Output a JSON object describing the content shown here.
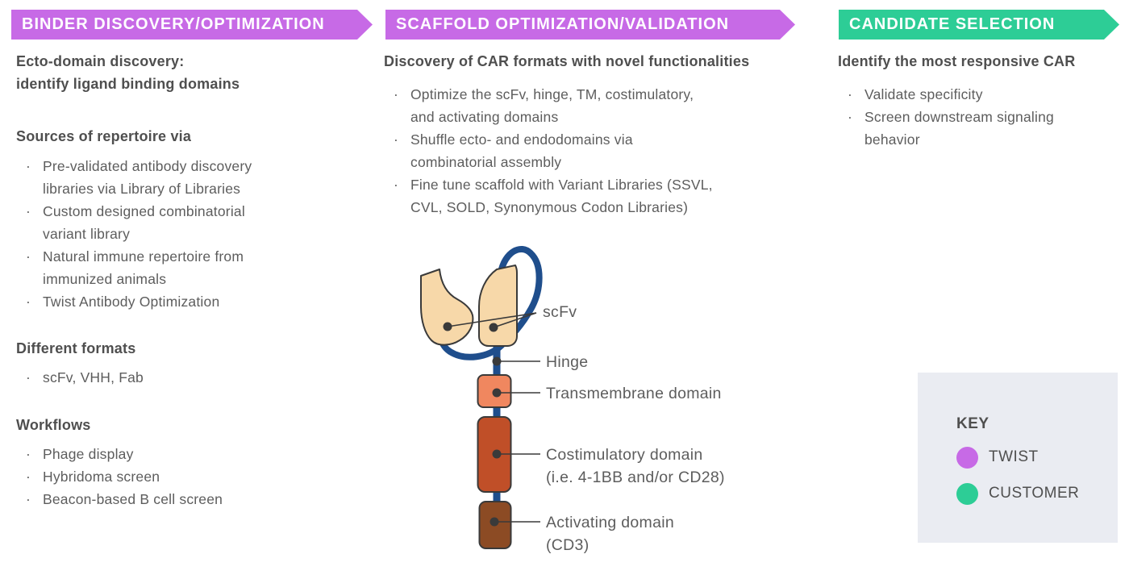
{
  "ui": {
    "bullet": "·"
  },
  "colors": {
    "purple": "#c76ae6",
    "green": "#2dcd96",
    "banner-text": "#ffffff",
    "heading-text": "#4f4f4f",
    "body-text": "#5d5d5d",
    "navy": "#1f4e8c",
    "peach": "#f7d8a9",
    "outline": "#3a3a3a",
    "tm-fill": "#f0875f",
    "costim-fill": "#c04f28",
    "activating-fill": "#8c4b24",
    "key-bg": "#eaecf2"
  },
  "phases": [
    {
      "banner": "BINDER DISCOVERY/OPTIMIZATION",
      "sections": [
        {
          "heading": "Ecto-domain discovery:\nidentify ligand binding domains",
          "bullets": []
        },
        {
          "heading": "Sources of repertoire via",
          "bullets": [
            "Pre-validated antibody discovery\nlibraries via Library of Libraries",
            "Custom designed combinatorial\nvariant library",
            "Natural immune repertoire from\nimmunized animals",
            "Twist Antibody Optimization"
          ]
        },
        {
          "heading": "Different formats",
          "bullets": [
            "scFv, VHH, Fab"
          ]
        },
        {
          "heading": "Workflows",
          "bullets": [
            "Phage display",
            "Hybridoma screen",
            "Beacon-based B cell screen"
          ]
        }
      ]
    },
    {
      "banner": "SCAFFOLD OPTIMIZATION/VALIDATION",
      "sections": [
        {
          "heading": "Discovery of CAR formats with novel functionalities",
          "bullets": [
            "Optimize the scFv, hinge, TM, costimulatory,\nand activating domains",
            "Shuffle ecto- and endodomains via\ncombinatorial assembly",
            "Fine tune scaffold with Variant Libraries (SSVL,\nCVL, SOLD, Synonymous Codon Libraries)"
          ]
        }
      ]
    },
    {
      "banner": "CANDIDATE SELECTION",
      "sections": [
        {
          "heading": "Identify the most responsive CAR",
          "bullets": [
            "Validate specificity",
            "Screen downstream signaling\nbehavior"
          ]
        }
      ]
    }
  ],
  "diagram": {
    "labels": {
      "scfv": "scFv",
      "hinge": "Hinge",
      "transmembrane": "Transmembrane domain",
      "costimulatory_line1": "Costimulatory domain",
      "costimulatory_line2": "(i.e. 4-1BB and/or CD28)",
      "activating_line1": "Activating domain",
      "activating_line2": "(CD3)"
    }
  },
  "key": {
    "title": "KEY",
    "items": [
      {
        "label": "TWIST"
      },
      {
        "label": "CUSTOMER"
      }
    ]
  }
}
